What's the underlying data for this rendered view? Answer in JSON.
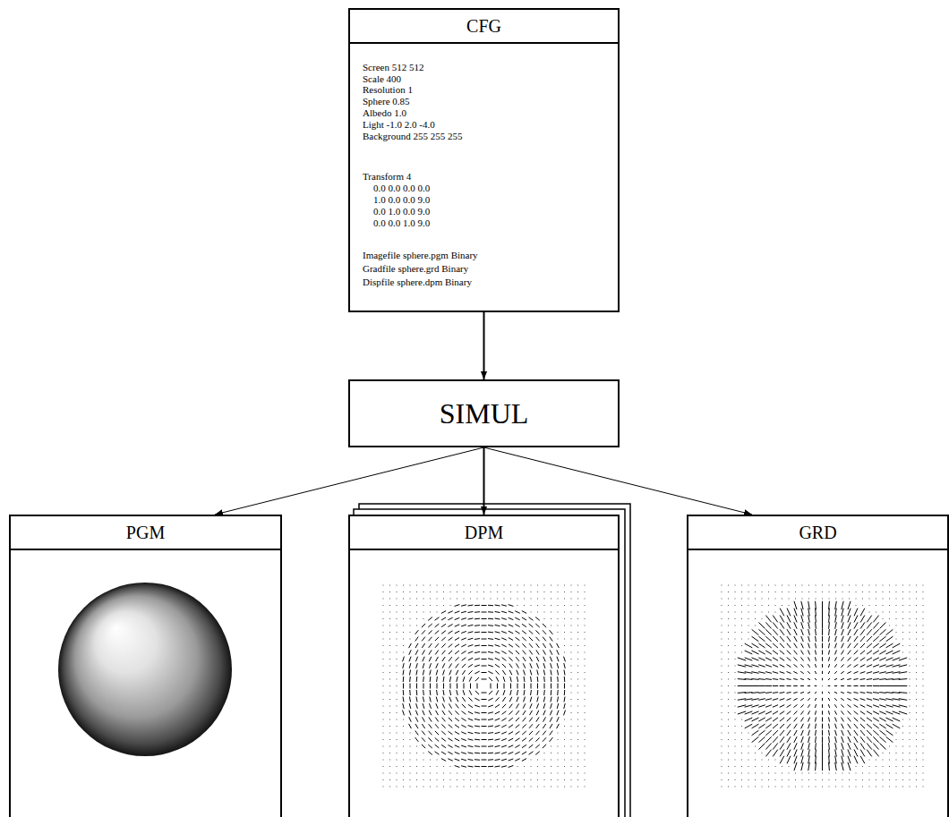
{
  "diagram": {
    "nodes": [
      {
        "text": [
          "CFG",
          "Screen 512 512",
          "Scale 400",
          "Resolution 1",
          "Sphere 0.85",
          "Albedo 1.0",
          "Light -1.0 2.0 -4.0",
          "Background 255 255 255",
          "Transform 4",
          "0.0 0.0 0.0 0.0",
          "1.0 0.0 0.0 9.0",
          "0.0 1.0 0.0 9.0",
          "0.0 0.0 1.0 9.0",
          "Imagefile sphere.pgm Binary",
          "Gradfile sphere.grd Binary",
          "Dispfile sphere.dpm Binary"
        ]
      },
      {
        "text": [
          "SIMUL"
        ]
      },
      {
        "text": [
          "PGM"
        ]
      },
      {
        "text": [
          "DPM"
        ]
      },
      {
        "text": [
          "GRD"
        ]
      }
    ],
    "edges": [
      {
        "from": 0,
        "to": 1,
        "arrow": "to"
      },
      {
        "from": 1,
        "to": 2,
        "arrow": "to"
      },
      {
        "from": 1,
        "to": 3,
        "arrow": "to"
      },
      {
        "from": 1,
        "to": 4,
        "arrow": "to"
      }
    ]
  }
}
